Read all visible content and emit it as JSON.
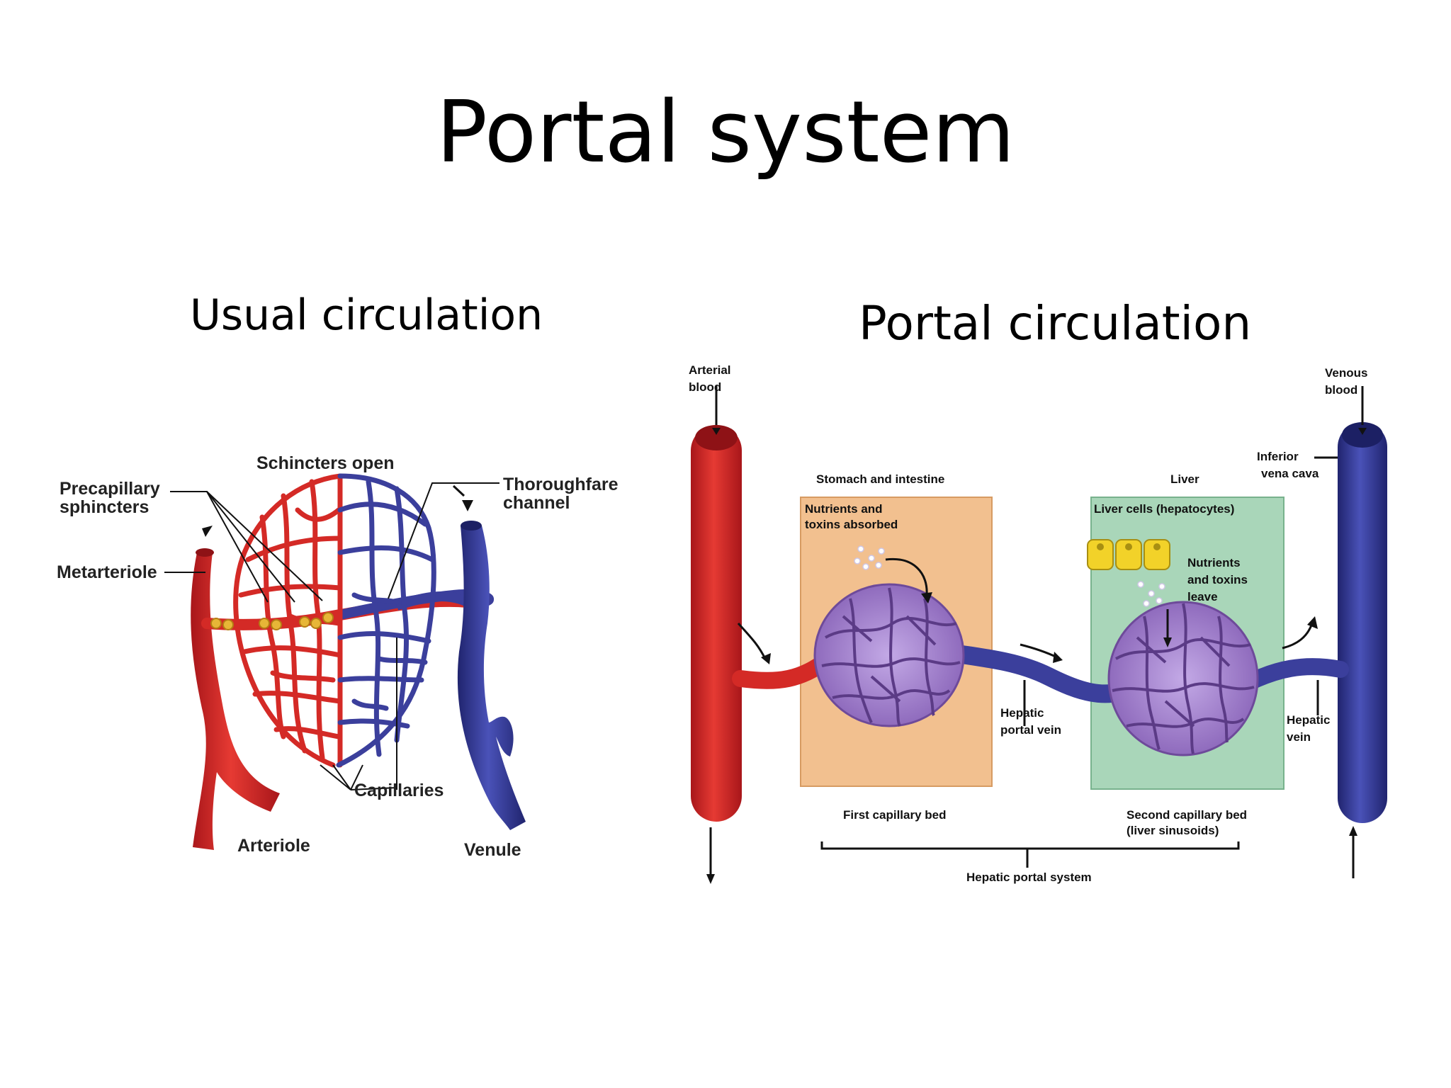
{
  "title": "Portal system",
  "left_panel": {
    "heading": "Usual circulation",
    "labels": {
      "sphincters_open": "Schincters open",
      "precapillary_1": "Precapillary",
      "precapillary_2": "sphincters",
      "thoroughfare_1": "Thoroughfare",
      "thoroughfare_2": "channel",
      "metarteriole": "Metarteriole",
      "capillaries": "Capillaries",
      "arteriole": "Arteriole",
      "venule": "Venule"
    }
  },
  "right_panel": {
    "heading": "Portal circulation",
    "labels": {
      "arterial_1": "Arterial",
      "arterial_2": "blood",
      "venous_1": "Venous",
      "venous_2": "blood",
      "ivc_1": "Inferior",
      "ivc_2": "vena cava",
      "stomach": "Stomach and intestine",
      "nutrients_absorbed_1": "Nutrients and",
      "nutrients_absorbed_2": "toxins absorbed",
      "liver": "Liver",
      "liver_cells": "Liver cells (hepatocytes)",
      "nutrients_leave_1": "Nutrients",
      "nutrients_leave_2": "and toxins",
      "nutrients_leave_3": "leave",
      "hepatic_portal_vein_1": "Hepatic",
      "hepatic_portal_vein_2": "portal vein",
      "hepatic_vein_1": "Hepatic",
      "hepatic_vein_2": "vein",
      "first_bed": "First capillary bed",
      "second_bed_1": "Second capillary bed",
      "second_bed_2": "(liver sinusoids)",
      "hepatic_portal_system": "Hepatic portal system"
    }
  },
  "colors": {
    "artery_red": "#d42a26",
    "vein_blue": "#3b3f9c",
    "capillary_purple": "#9a7bc4",
    "stomach_box": "#f2c08f",
    "liver_box": "#a9d6b9",
    "sphincter_yellow": "#e7b637"
  }
}
